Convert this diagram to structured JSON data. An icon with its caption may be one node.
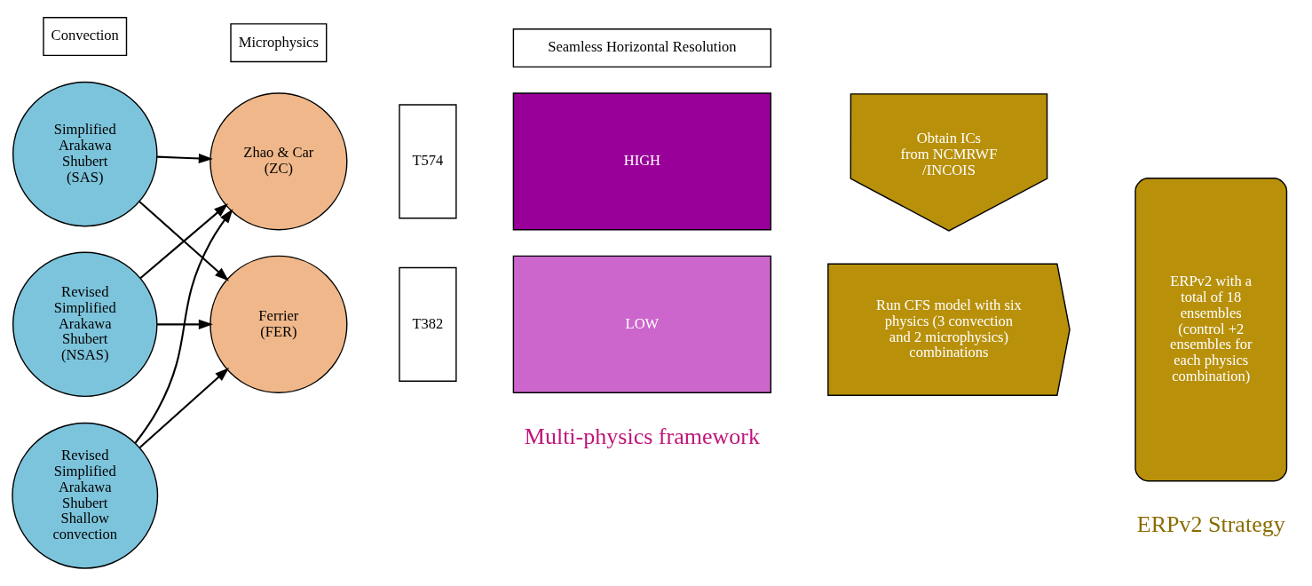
{
  "diagram": {
    "nodes": [
      {
        "text": [
          "Convection"
        ]
      },
      {
        "text": [
          "Simplified Arakawa Shubert",
          "(SAS)"
        ]
      },
      {
        "text": [
          "Revised Simplified Arakawa Shubert",
          "(NSAS)"
        ]
      },
      {
        "text": [
          "Revised Simplified Arakawa Shubert Shallow convection"
        ]
      },
      {
        "text": [
          "Microphysics"
        ]
      },
      {
        "text": [
          "Zhao & Car",
          "(ZC)"
        ]
      },
      {
        "text": [
          "Ferrier",
          "(FER)"
        ]
      },
      {
        "text": [
          "Seamless Horizontal Resolution"
        ]
      },
      {
        "text": [
          "T574"
        ]
      },
      {
        "text": [
          "T382"
        ]
      },
      {
        "text": [
          "HIGH"
        ]
      },
      {
        "text": [
          "LOW"
        ]
      },
      {
        "text": [
          "Obtain ICs from NCMRWF /INCOIS"
        ]
      },
      {
        "text": [
          "Run CFS model with six physics (3 convection and 2 microphysics) combinations"
        ]
      },
      {
        "text": [
          "ERPv2 with a total of 18 ensembles (control +2 ensembles for each physics combination)"
        ]
      }
    ],
    "edges": [
      {
        "from": 1,
        "to": 5,
        "arrow": "to"
      },
      {
        "from": 1,
        "to": 6,
        "arrow": "to"
      },
      {
        "from": 2,
        "to": 5,
        "arrow": "to"
      },
      {
        "from": 2,
        "to": 6,
        "arrow": "to"
      },
      {
        "from": 3,
        "to": 5,
        "arrow": "to"
      },
      {
        "from": 3,
        "to": 6,
        "arrow": "to"
      }
    ],
    "labels": [
      "Multi-physics framework",
      "ERPv2 Strategy"
    ]
  }
}
